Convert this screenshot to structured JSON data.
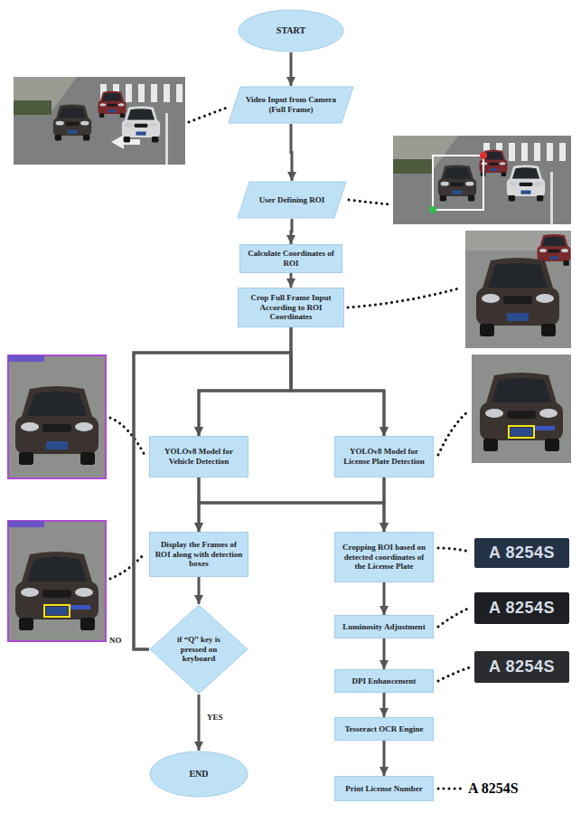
{
  "diagram": {
    "nodes": [
      {
        "text": [
          "START"
        ]
      },
      {
        "text": [
          "Video Input from Camera (Full Frame)"
        ]
      },
      {
        "text": [
          "User Defining ROI"
        ]
      },
      {
        "text": [
          "Calculate Coordinates of ROI"
        ]
      },
      {
        "text": [
          "Crop Full Frame Input According to ROI Coordinates"
        ]
      },
      {
        "text": [
          "YOLOv8 Model for Vehicle Detection"
        ]
      },
      {
        "text": [
          "YOLOv8 Model for License Plate Detection"
        ]
      },
      {
        "text": [
          "Display the Frames of ROI along with detection boxes"
        ]
      },
      {
        "text": [
          "Cropping ROI based on detected coordinates of the License Plate"
        ]
      },
      {
        "text": [
          "if “Q” key is pressed on keyboard"
        ]
      },
      {
        "text": [
          "Luminosity Adjustment"
        ]
      },
      {
        "text": [
          "DPI Enhancement"
        ]
      },
      {
        "text": [
          "Tesseract OCR Engine"
        ]
      },
      {
        "text": [
          "Print License Number"
        ]
      },
      {
        "text": [
          "END"
        ]
      }
    ],
    "edges": [
      {
        "from": 0,
        "to": 1,
        "arrow": "to"
      },
      {
        "from": 1,
        "to": 2,
        "arrow": "to"
      },
      {
        "from": 2,
        "to": 3,
        "arrow": "to"
      },
      {
        "from": 3,
        "to": 4,
        "arrow": "to"
      },
      {
        "from": 4,
        "to": 5,
        "arrow": "to"
      },
      {
        "from": 4,
        "to": 6,
        "arrow": "to"
      },
      {
        "from": 5,
        "to": 7,
        "arrow": "to"
      },
      {
        "from": 5,
        "to": 8,
        "arrow": "to"
      },
      {
        "from": 6,
        "to": 7,
        "arrow": "to"
      },
      {
        "from": 6,
        "to": 8,
        "arrow": "to"
      },
      {
        "from": 7,
        "to": 9,
        "arrow": "to"
      },
      {
        "from": 9,
        "to": 14,
        "label": "YES",
        "arrow": "to"
      },
      {
        "from": 9,
        "to": 5,
        "label": "NO",
        "arrow": "to"
      },
      {
        "from": 9,
        "to": 6,
        "arrow": "to"
      },
      {
        "from": 8,
        "to": 10,
        "arrow": "to"
      },
      {
        "from": 10,
        "to": 11,
        "arrow": "to"
      },
      {
        "from": 11,
        "to": 12,
        "arrow": "to"
      },
      {
        "from": 12,
        "to": 13,
        "arrow": "to"
      }
    ],
    "labels": [
      "A 8254S",
      "A 8254S",
      "A 8254S",
      "A 8254S"
    ]
  }
}
